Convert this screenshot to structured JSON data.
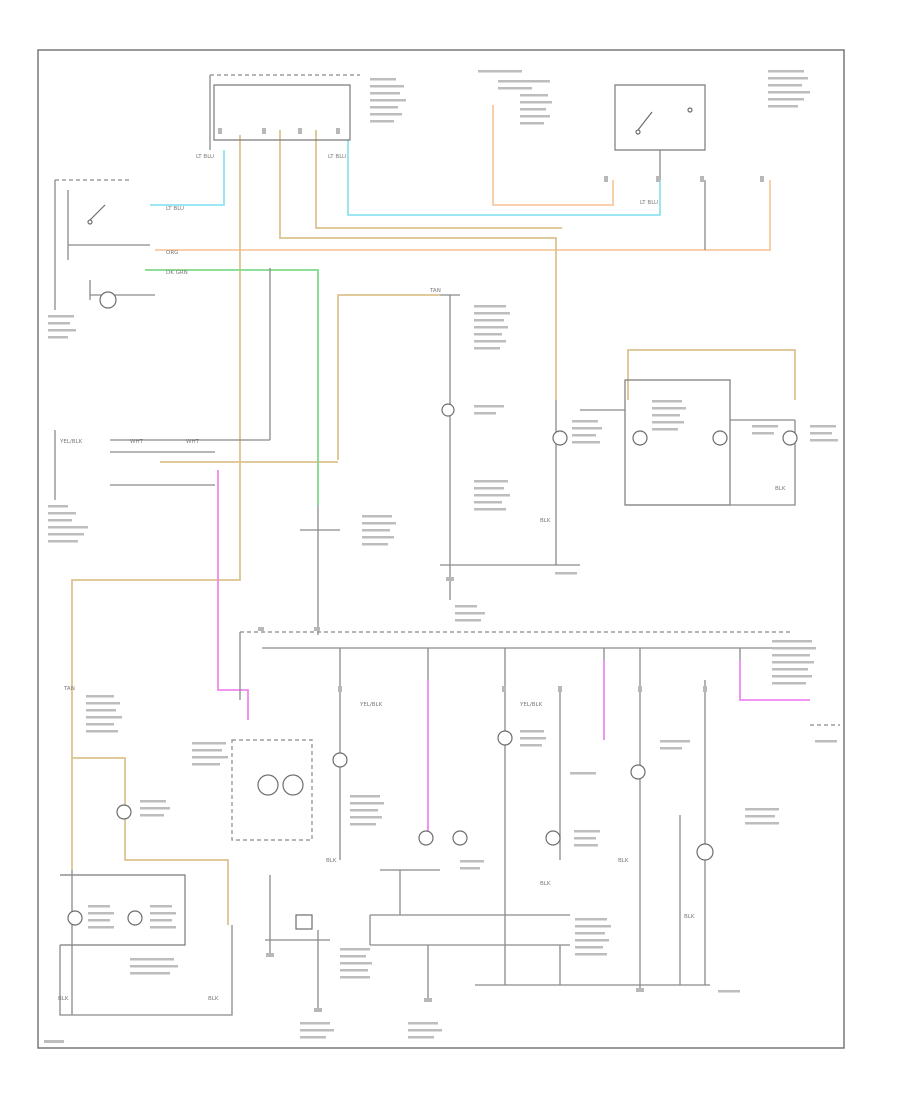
{
  "diagram": {
    "colors": {
      "background": "#ffffff",
      "line": "#8a8a8a",
      "wire_tan": "#dcc38f",
      "wire_light_blue": "#8fe3f0",
      "wire_orange": "#f8c9a2",
      "wire_green": "#7fd98a",
      "wire_pink": "#ee88ee"
    },
    "legend_marks": {
      "lt_blu_1": "LT BLU",
      "lt_blu_2": "LT BLU",
      "lt_blu_3": "LT BLU",
      "lt_blu_4": "LT BLU",
      "tan_1": "TAN",
      "tan_2": "TAN",
      "wht_1": "WHT",
      "wht_2": "WHT",
      "dk_grn": "DK GRN",
      "yel_blk_1": "YEL/BLK",
      "yel_blk_2": "YEL/BLK",
      "yel_blk_3": "YEL/BLK",
      "org_1": "ORG",
      "blk_1": "BLK",
      "blk_2": "BLK",
      "blk_3": "BLK",
      "blk_4": "BLK",
      "blk_5": "BLK",
      "blk_6": "BLK",
      "blk_7": "BLK",
      "blk_8": "BLK"
    }
  }
}
